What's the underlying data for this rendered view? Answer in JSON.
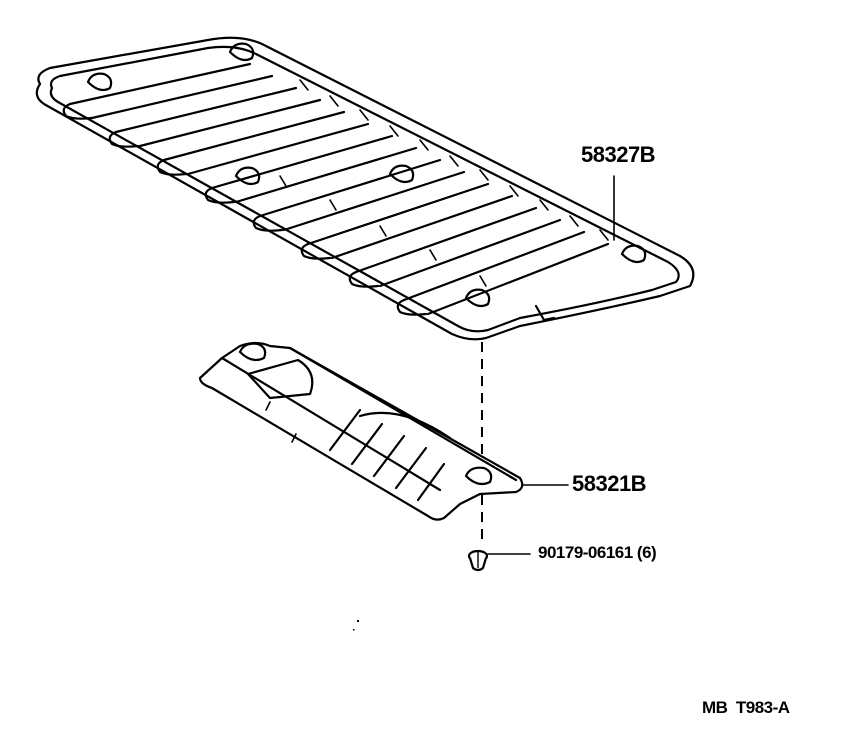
{
  "diagram": {
    "type": "parts-exploded-view",
    "background": "#ffffff",
    "line_color": "#000000",
    "parts": [
      {
        "id": "58327B",
        "label": "58327B",
        "description": "large ribbed floor panel / undercover",
        "leader": "vertical"
      },
      {
        "id": "58321B",
        "label": "58321B",
        "description": "lower narrow shield plate",
        "leader": "horizontal"
      },
      {
        "id": "90179-06161",
        "label": "90179-06161 (6)",
        "description": "clip / nut, quantity 6",
        "leader": "horizontal"
      }
    ],
    "footer": {
      "code": "MB  T983-A"
    }
  }
}
